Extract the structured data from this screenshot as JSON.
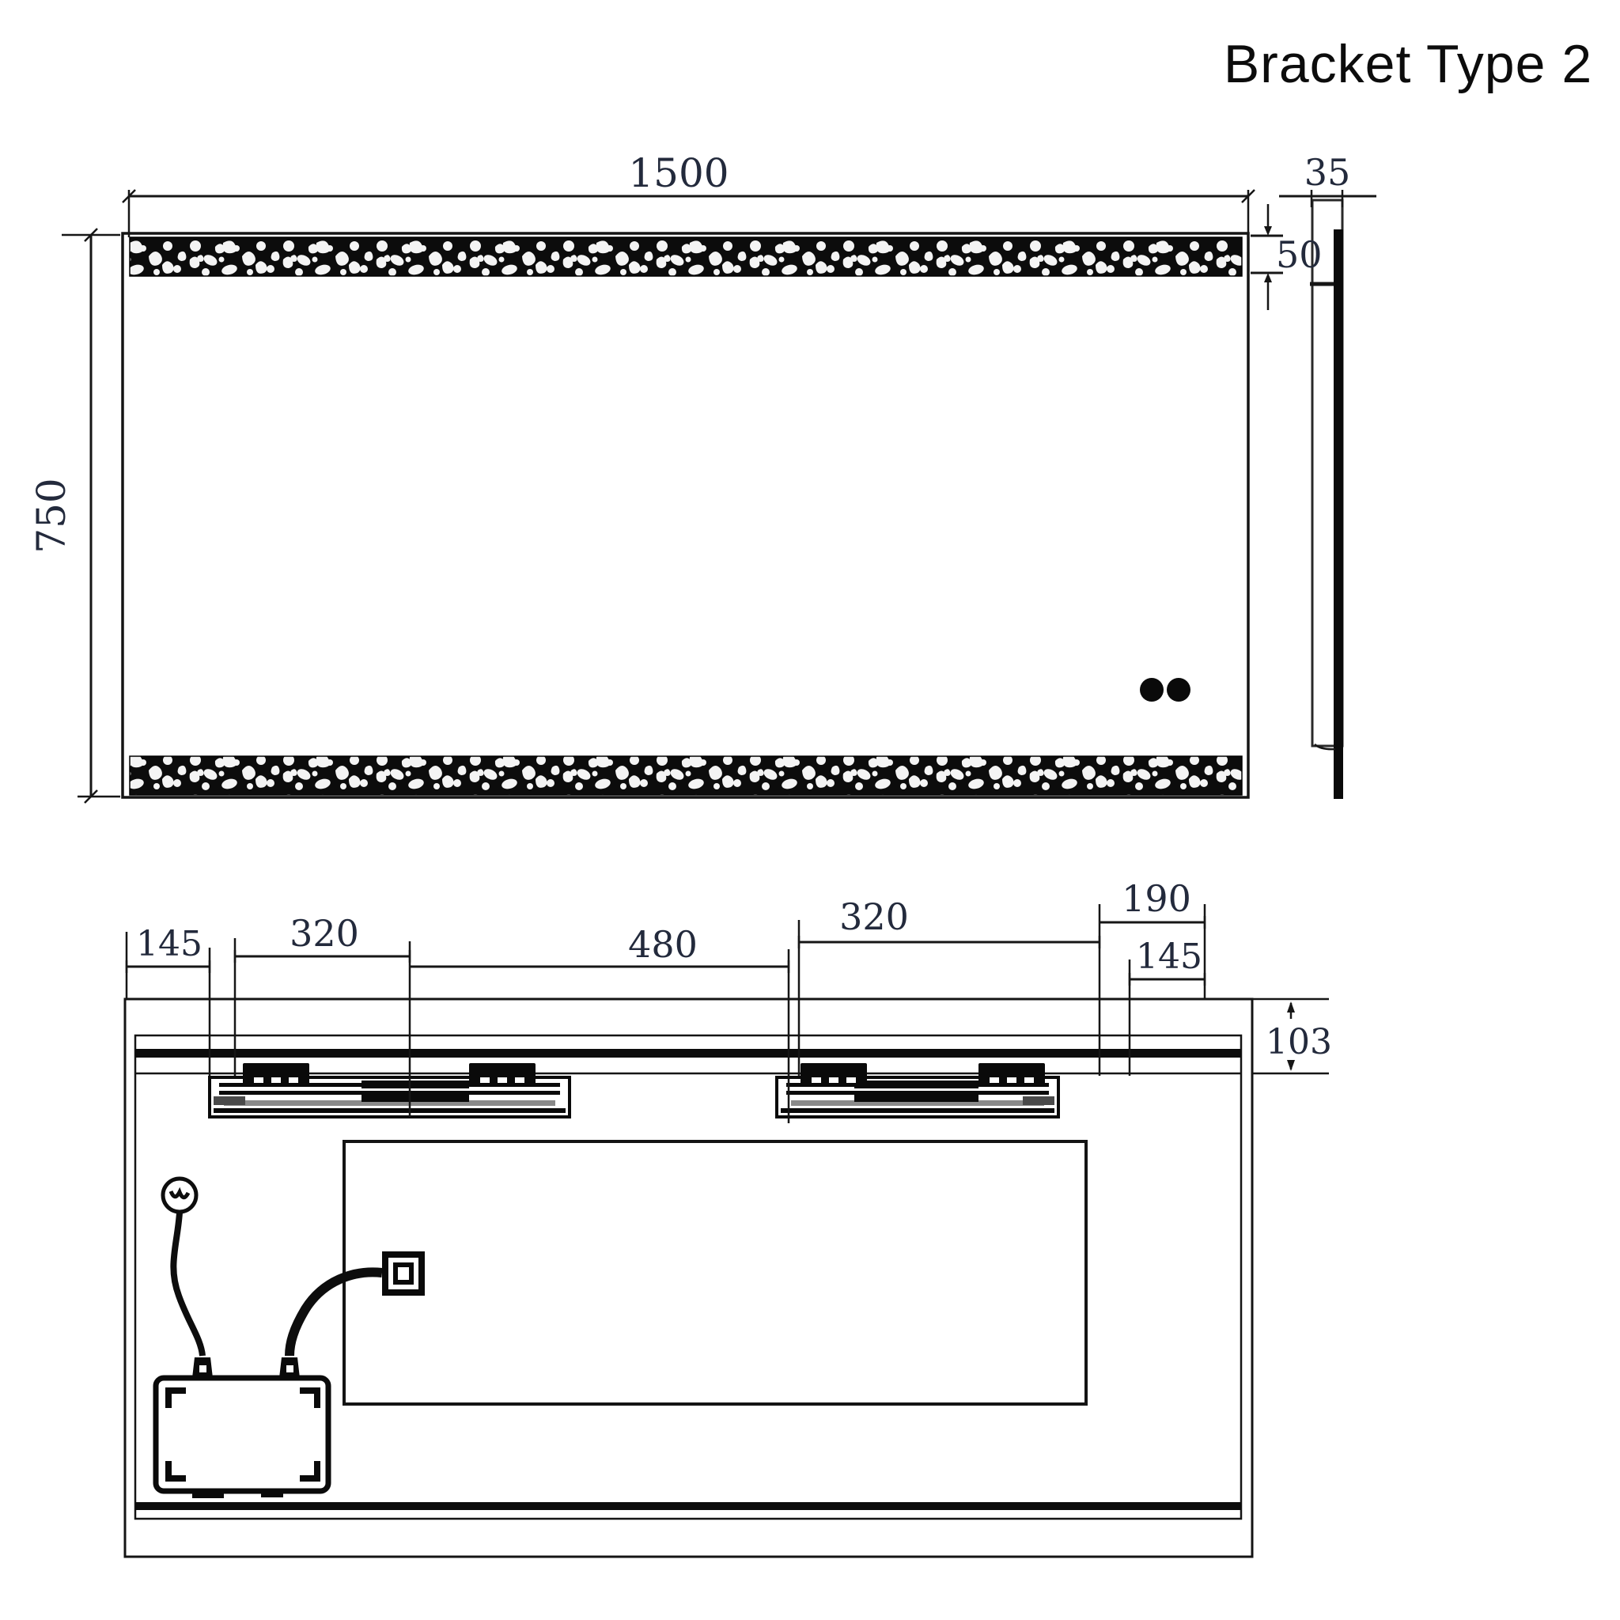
{
  "title": "Bracket Type 2",
  "colors": {
    "line": "#161616",
    "dim_text": "#232a3c",
    "background": "#ffffff",
    "rail_gray": "#6b6b6b"
  },
  "front_view": {
    "width": "1500",
    "height": "750",
    "strip_height": "50",
    "depth": "35"
  },
  "rear_view": {
    "left_edge_to_rail": "145",
    "left_bracket_span": "320",
    "center_span": "480",
    "right_bracket_span": "320",
    "right_edge_offset": "190",
    "right_inner_offset": "145",
    "top_to_rail": "103"
  }
}
